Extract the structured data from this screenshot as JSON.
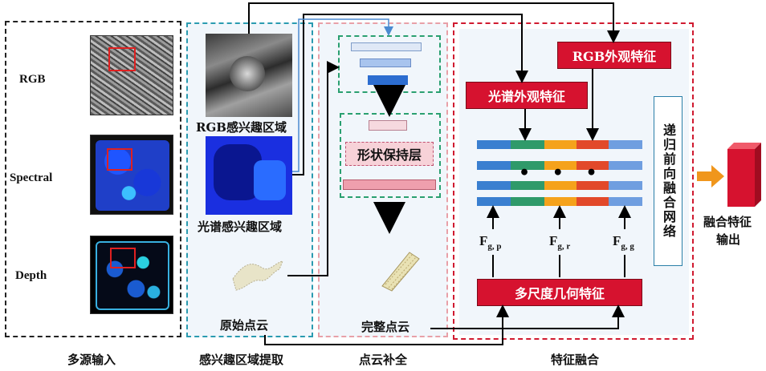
{
  "sections": {
    "multi_source": "多源输入",
    "roi_extraction": "感兴趣区域提取",
    "completion": "点云补全",
    "fusion": "特征融合"
  },
  "inputs": {
    "rgb": "RGB",
    "spectral": "Spectral",
    "depth": "Depth"
  },
  "roi": {
    "rgb_roi": "RGB感兴趣区域",
    "spectral_roi": "光谱感兴趣区域",
    "raw_cloud": "原始点云"
  },
  "completion": {
    "shape_layer": "形状保持层",
    "complete_cloud": "完整点云"
  },
  "fusion": {
    "rgb_feature": "RGB外观特征",
    "spectral_feature": "光谱外观特征",
    "geometry_feature": "多尺度几何特征",
    "recursive_net": "递归前向融合网络",
    "fg_p_main": "F",
    "fg_p_sub": "g, p",
    "fg_r_main": "F",
    "fg_r_sub": "g, r",
    "fg_g_main": "F",
    "fg_g_sub": "g, g",
    "dots": "• • •"
  },
  "output": {
    "label_line1": "融合特征",
    "label_line2": "输出"
  },
  "colors": {
    "seg_blue": "#3a7fd0",
    "seg_green": "#2f9a6a",
    "seg_orange": "#f5a21b",
    "seg_red": "#e2492a",
    "seg_light": "#6f9ee0",
    "red_box": "#d6122f",
    "output_arrow": "#f0961c"
  }
}
